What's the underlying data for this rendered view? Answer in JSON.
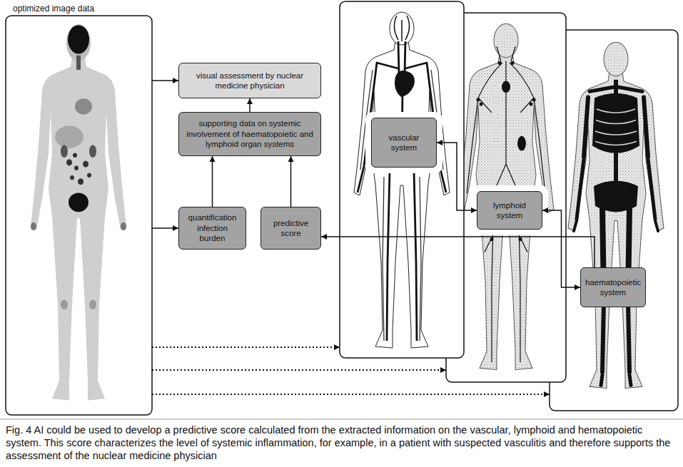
{
  "diagram": {
    "caption": "Fig. 4 AI could be used to develop a predictive score calculated from the extracted information on the vascular, lymphoid and hematopoietic system. This score characterizes the level of systemic inflammation, for example, in a patient with suspected vasculitis and therefore supports the assessment of the nuclear medicine physician",
    "nodes": [
      {
        "text": [
          "optimized image data"
        ]
      },
      {
        "text": [
          "visual assessment by nuclear medicine physician"
        ]
      },
      {
        "text": [
          "supporting data on systemic involvement of haematopoietic and lymphoid organ systems"
        ]
      },
      {
        "text": [
          "quantification infection burden"
        ]
      },
      {
        "text": [
          "predictive score"
        ]
      },
      {
        "text": []
      },
      {
        "text": [
          "vascular system"
        ],
        "in": 5
      },
      {
        "text": []
      },
      {
        "text": [
          "lymphoid system"
        ],
        "in": 7
      },
      {
        "text": []
      },
      {
        "text": [
          "haematopoietic system"
        ],
        "in": 9
      }
    ],
    "edges": [
      {
        "from": 0,
        "to": 1,
        "arrow": "to"
      },
      {
        "from": 2,
        "to": 1,
        "arrow": "to"
      },
      {
        "from": 3,
        "to": 2,
        "arrow": "to"
      },
      {
        "from": 4,
        "to": 2,
        "arrow": "to"
      },
      {
        "from": 0,
        "to": 3,
        "arrow": "to"
      },
      {
        "from": 10,
        "to": 4,
        "arrow": "to"
      },
      {
        "from": 6,
        "to": 8,
        "arrow": "both"
      },
      {
        "from": 8,
        "to": 10,
        "arrow": "both"
      },
      {
        "from": 0,
        "to": 5,
        "arrow": "to"
      },
      {
        "from": 0,
        "to": 7,
        "arrow": "to"
      },
      {
        "from": 0,
        "to": 9,
        "arrow": "to"
      }
    ]
  }
}
